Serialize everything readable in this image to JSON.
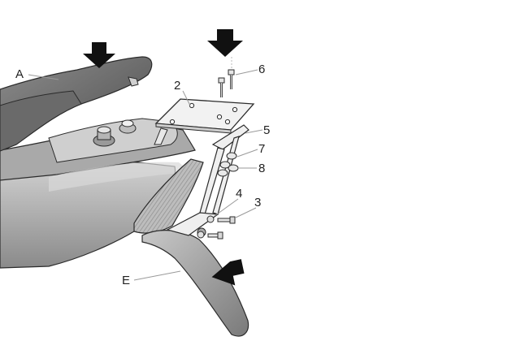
{
  "callouts": {
    "A": "A",
    "E": "E",
    "n2": "2",
    "n3": "3",
    "n4": "4",
    "n5": "5",
    "n6": "6",
    "n7": "7",
    "n8": "8"
  },
  "colors": {
    "body_dark": "#5f5f5f",
    "body_mid": "#8a8a8a",
    "body_light": "#b9b9b9",
    "metal": "#efefef",
    "outline": "#2b2b2b",
    "arrow": "#111111"
  }
}
